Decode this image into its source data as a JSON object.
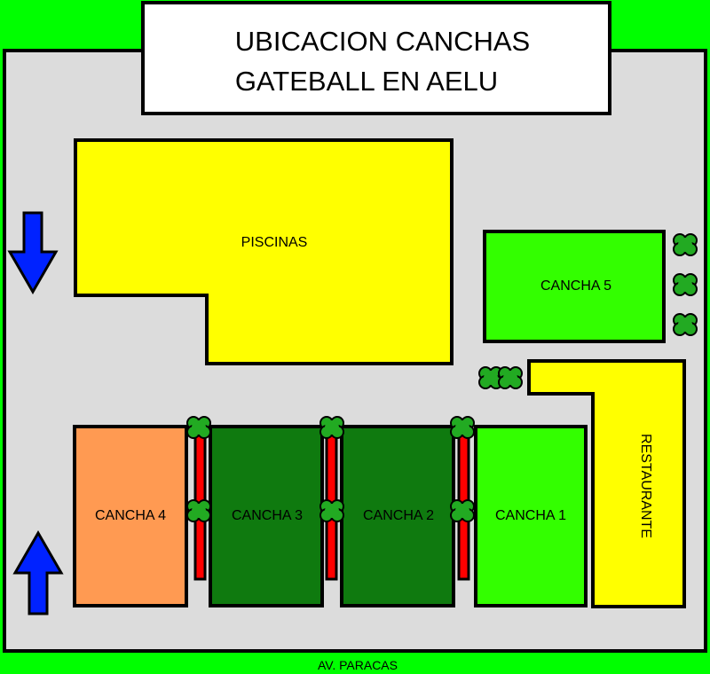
{
  "title": {
    "line1": "UBICACION CANCHAS",
    "line2": "GATEBALL EN AELU"
  },
  "areas": {
    "piscinas": "PISCINAS",
    "cancha5": "CANCHA 5",
    "cancha4": "CANCHA 4",
    "cancha3": "CANCHA 3",
    "cancha2": "CANCHA 2",
    "cancha1": "CANCHA 1",
    "restaurante": "RESTAURANTE"
  },
  "street": "AV. PARACAS",
  "colors": {
    "background": "#00ff00",
    "ground": "#dcdcdc",
    "piscinas": "#ffff00",
    "restaurante": "#ffff00",
    "cancha5": "#33ff00",
    "cancha1": "#33ff00",
    "cancha4": "#ff9a52",
    "cancha2": "#0f7a0f",
    "cancha3": "#0f7a0f",
    "path": "#ff0000",
    "tree": "#22aa22",
    "arrow": "#0022ff",
    "outline": "#000000"
  },
  "icons": {
    "arrow_down": "arrow-down-icon",
    "arrow_up": "arrow-up-icon",
    "tree": "tree-icon"
  }
}
